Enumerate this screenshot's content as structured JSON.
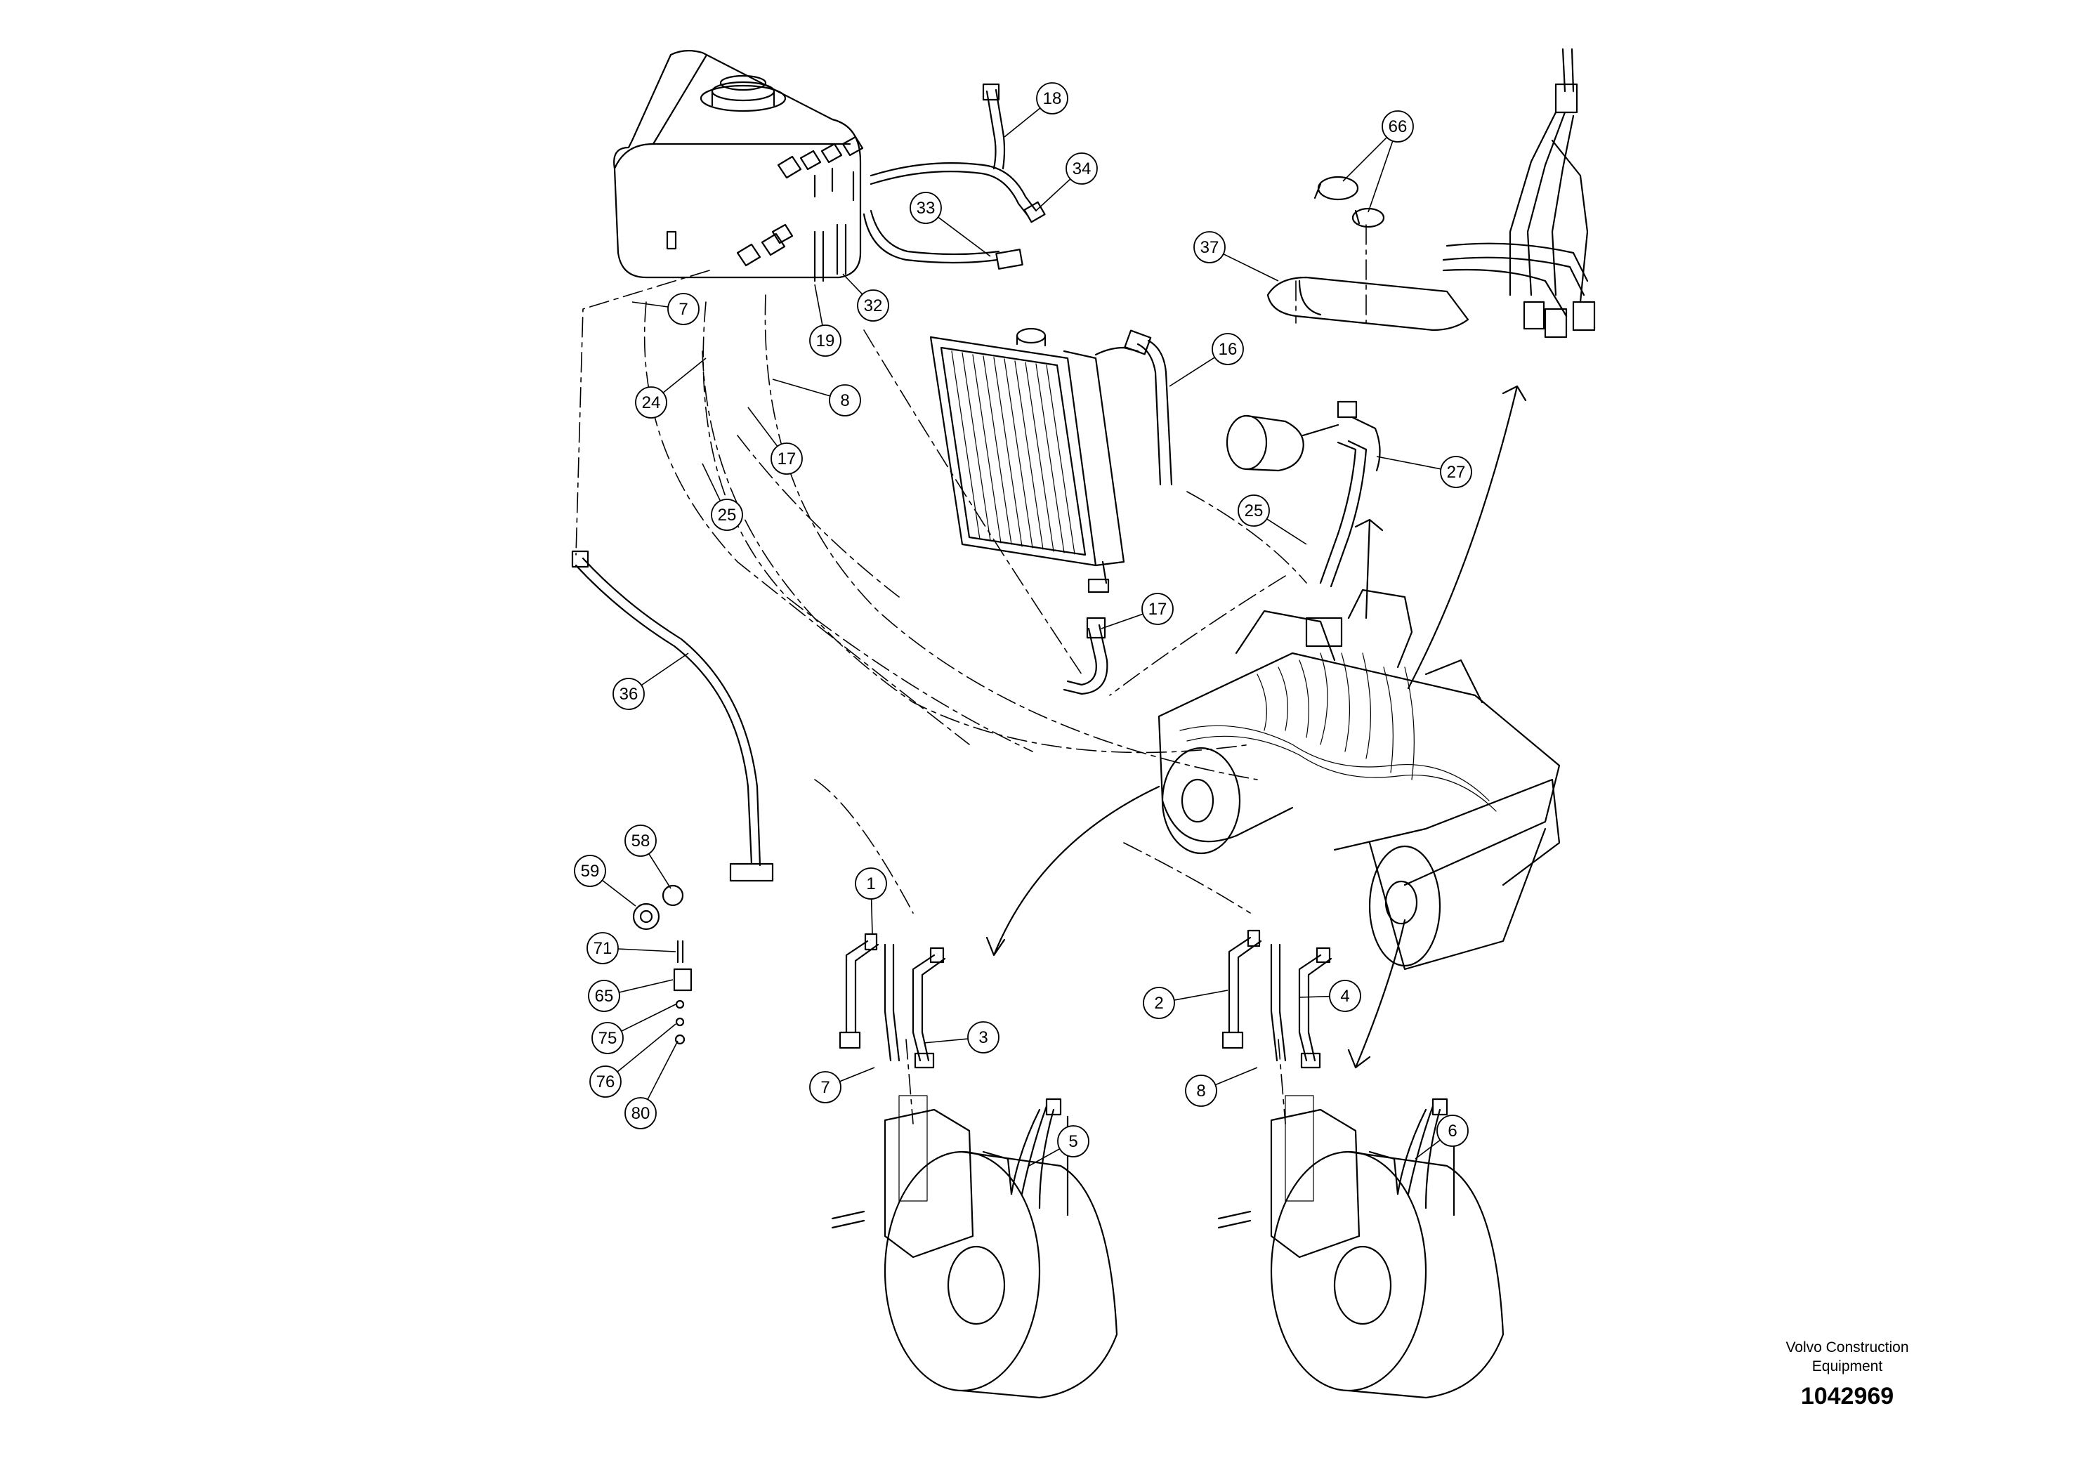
{
  "drawing": {
    "company_line1": "Volvo Construction",
    "company_line2": "Equipment",
    "drawing_number": "1042969"
  },
  "callouts": [
    {
      "id": "c18",
      "label": "18"
    },
    {
      "id": "c34",
      "label": "34"
    },
    {
      "id": "c33",
      "label": "33"
    },
    {
      "id": "c66",
      "label": "66"
    },
    {
      "id": "c37",
      "label": "37"
    },
    {
      "id": "c7a",
      "label": "7"
    },
    {
      "id": "c19",
      "label": "19"
    },
    {
      "id": "c32",
      "label": "32"
    },
    {
      "id": "c16",
      "label": "16"
    },
    {
      "id": "c24",
      "label": "24"
    },
    {
      "id": "c8a",
      "label": "8"
    },
    {
      "id": "c17a",
      "label": "17"
    },
    {
      "id": "c27",
      "label": "27"
    },
    {
      "id": "c25a",
      "label": "25"
    },
    {
      "id": "c25b",
      "label": "25"
    },
    {
      "id": "c17b",
      "label": "17"
    },
    {
      "id": "c36",
      "label": "36"
    },
    {
      "id": "c58",
      "label": "58"
    },
    {
      "id": "c59",
      "label": "59"
    },
    {
      "id": "c1",
      "label": "1"
    },
    {
      "id": "c71",
      "label": "71"
    },
    {
      "id": "c65",
      "label": "65"
    },
    {
      "id": "c2",
      "label": "2"
    },
    {
      "id": "c4",
      "label": "4"
    },
    {
      "id": "c75",
      "label": "75"
    },
    {
      "id": "c3",
      "label": "3"
    },
    {
      "id": "c76",
      "label": "76"
    },
    {
      "id": "c7b",
      "label": "7"
    },
    {
      "id": "c8b",
      "label": "8"
    },
    {
      "id": "c80",
      "label": "80"
    },
    {
      "id": "c5",
      "label": "5"
    },
    {
      "id": "c6",
      "label": "6"
    }
  ]
}
